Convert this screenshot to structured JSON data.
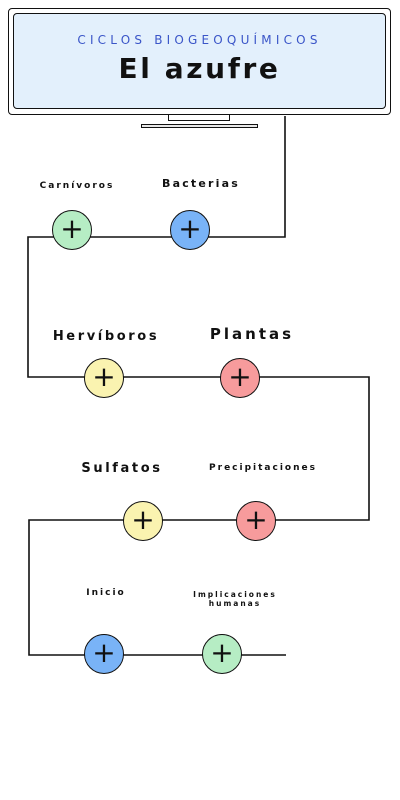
{
  "header": {
    "subtitle": "CICLOS BIOGEOQUÍMICOS",
    "title": "El azufre"
  },
  "colors": {
    "green": "#b6edc4",
    "blue": "#79b3f7",
    "yellow": "#faf3b0",
    "red": "#f79b9c",
    "screen": "#e3f0fc",
    "subtitle": "#3a55c8"
  },
  "nodes": {
    "carnivoros": {
      "label": "Carnívoros",
      "color": "#b6edc4",
      "icon": "plus-icon"
    },
    "bacterias": {
      "label": "Bacterias",
      "color": "#79b3f7",
      "icon": "plus-icon"
    },
    "herviboros": {
      "label": "Hervíboros",
      "color": "#faf3b0",
      "icon": "plus-icon"
    },
    "plantas": {
      "label": "Plantas",
      "color": "#f79b9c",
      "icon": "plus-icon"
    },
    "sulfatos": {
      "label": "Sulfatos",
      "color": "#faf3b0",
      "icon": "plus-icon"
    },
    "precipitaciones": {
      "label": "Precipitaciones",
      "color": "#f79b9c",
      "icon": "plus-icon"
    },
    "inicio": {
      "label": "Inicio",
      "color": "#79b3f7",
      "icon": "plus-icon"
    },
    "implicaciones": {
      "label": "Implicaciones humanas",
      "color": "#b6edc4",
      "icon": "plus-icon"
    }
  }
}
